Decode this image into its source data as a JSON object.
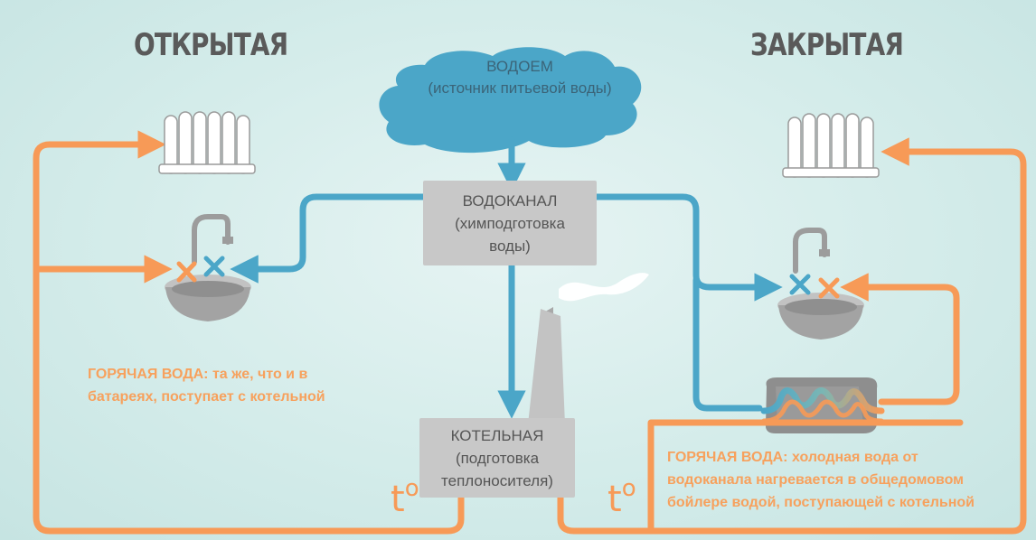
{
  "headings": {
    "left": "ОТКРЫТАЯ",
    "right": "ЗАКРЫТАЯ"
  },
  "source": {
    "line1": "ВОДОЕМ",
    "line2": "(источник питьевой воды)"
  },
  "waterworks": {
    "line1": "ВОДОКАНАЛ",
    "line2": "(химподготовка",
    "line3": "воды)"
  },
  "boiler_house": {
    "line1": "КОТЕЛЬНАЯ",
    "line2": "(подготовка",
    "line3": "теплоносителя)"
  },
  "notes": {
    "open_label": "ГОРЯЧАЯ ВОДА:",
    "open_text_1": " та же, что и в",
    "open_text_2": "батареях, поступает с котельной",
    "closed_label": "ГОРЯЧАЯ ВОДА:",
    "closed_text_1": " холодная вода от",
    "closed_text_2": "водоканала нагревается в общедомовом",
    "closed_text_3": "бойлере водой, поступающей с котельной"
  },
  "temperature": {
    "symbol": "t",
    "degree": "o"
  },
  "colors": {
    "hot": "#f79a57",
    "cold": "#4ba6c8",
    "box": "#c8c8c8",
    "background": "#d4ecea"
  }
}
